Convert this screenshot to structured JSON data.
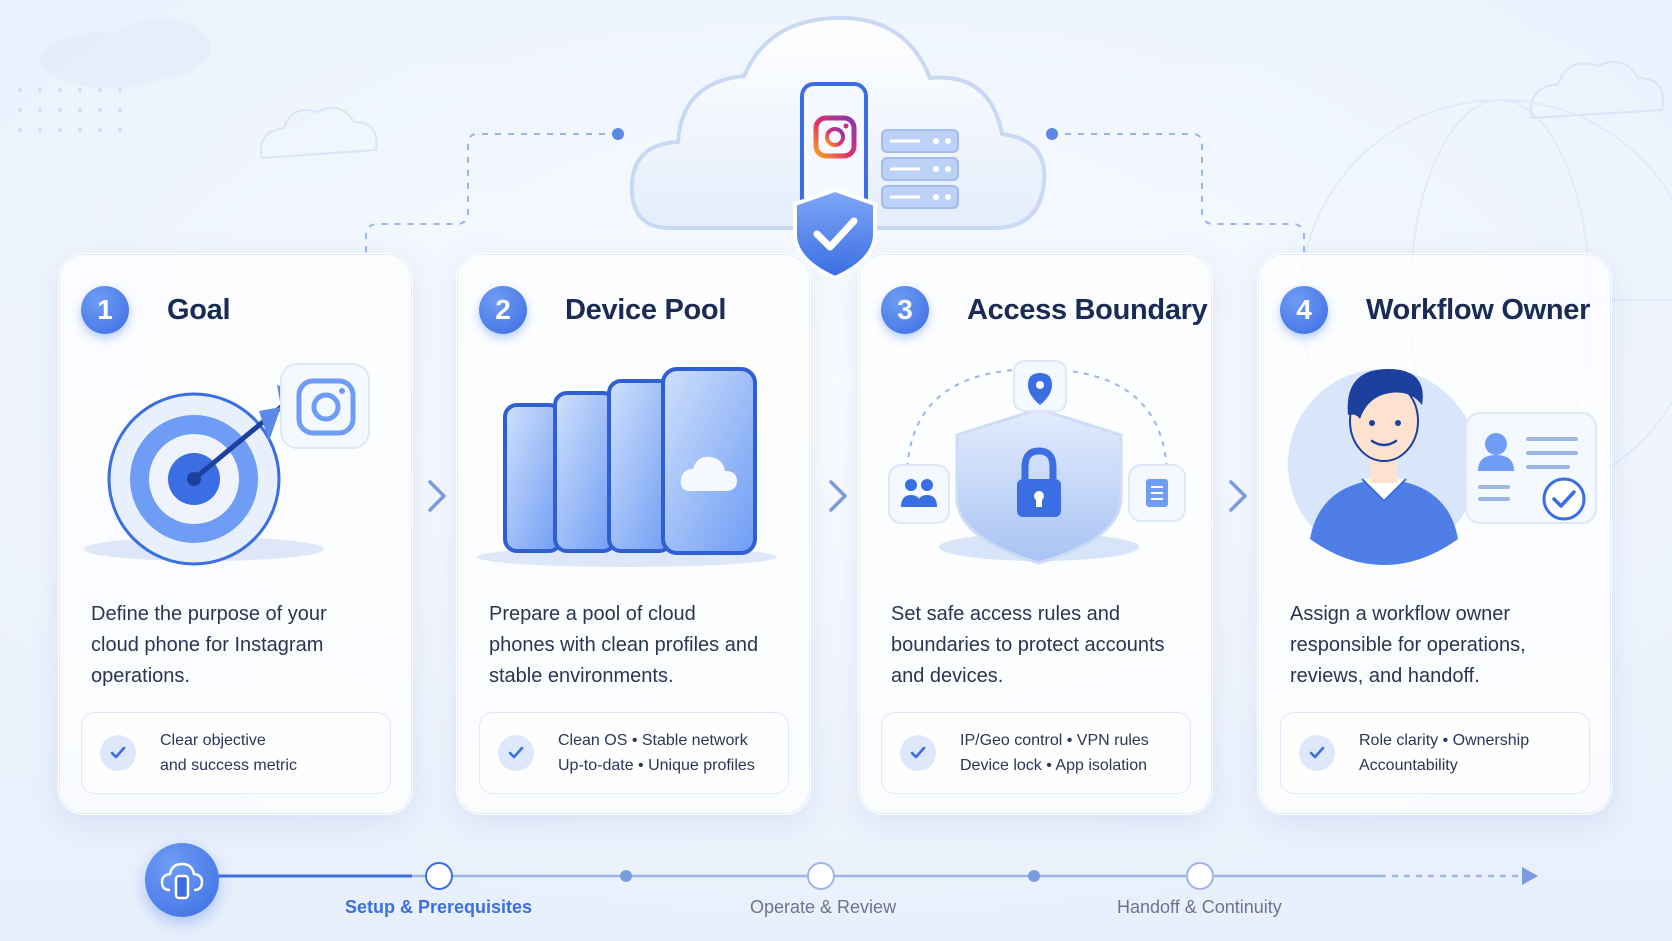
{
  "colors": {
    "accent": "#3b6ee3",
    "accent_light": "#6f9cf5",
    "title": "#1a2b55",
    "body_text": "#2a3552",
    "muted": "#6c7590",
    "background": "#eaf2fd"
  },
  "header": {
    "icon": "cloud-phone-instagram-shield-icon"
  },
  "steps": [
    {
      "number": "1",
      "title": "Goal",
      "icon": "target-arrow-instagram-icon",
      "description": [
        "Define the purpose of your",
        "cloud phone for Instagram",
        "operations."
      ],
      "chip": [
        "Clear objective",
        "and success metric"
      ]
    },
    {
      "number": "2",
      "title": "Device Pool",
      "icon": "phone-stack-cloud-icon",
      "description": [
        "Prepare a pool of cloud",
        "phones with clean profiles and",
        "stable environments."
      ],
      "chip": [
        "Clean OS • Stable network",
        "Up-to-date • Unique profiles"
      ]
    },
    {
      "number": "3",
      "title": "Access Boundary",
      "icon": "shield-lock-icon",
      "description": [
        "Set safe access rules and",
        "boundaries to protect accounts",
        "and devices."
      ],
      "chip": [
        "IP/Geo control • VPN rules",
        "Device lock • App isolation"
      ]
    },
    {
      "number": "4",
      "title": "Workflow Owner",
      "icon": "person-id-card-icon",
      "description": [
        "Assign a workflow owner",
        "responsible for operations,",
        "reviews, and handoff."
      ],
      "chip": [
        "Role clarity • Ownership",
        "Accountability"
      ]
    }
  ],
  "timeline": {
    "hub_icon": "cloud-phone-icon",
    "phases": [
      {
        "label": "Setup & Prerequisites",
        "state": "active"
      },
      {
        "label": "Operate & Review",
        "state": "upcoming"
      },
      {
        "label": "Handoff & Continuity",
        "state": "upcoming"
      }
    ]
  }
}
